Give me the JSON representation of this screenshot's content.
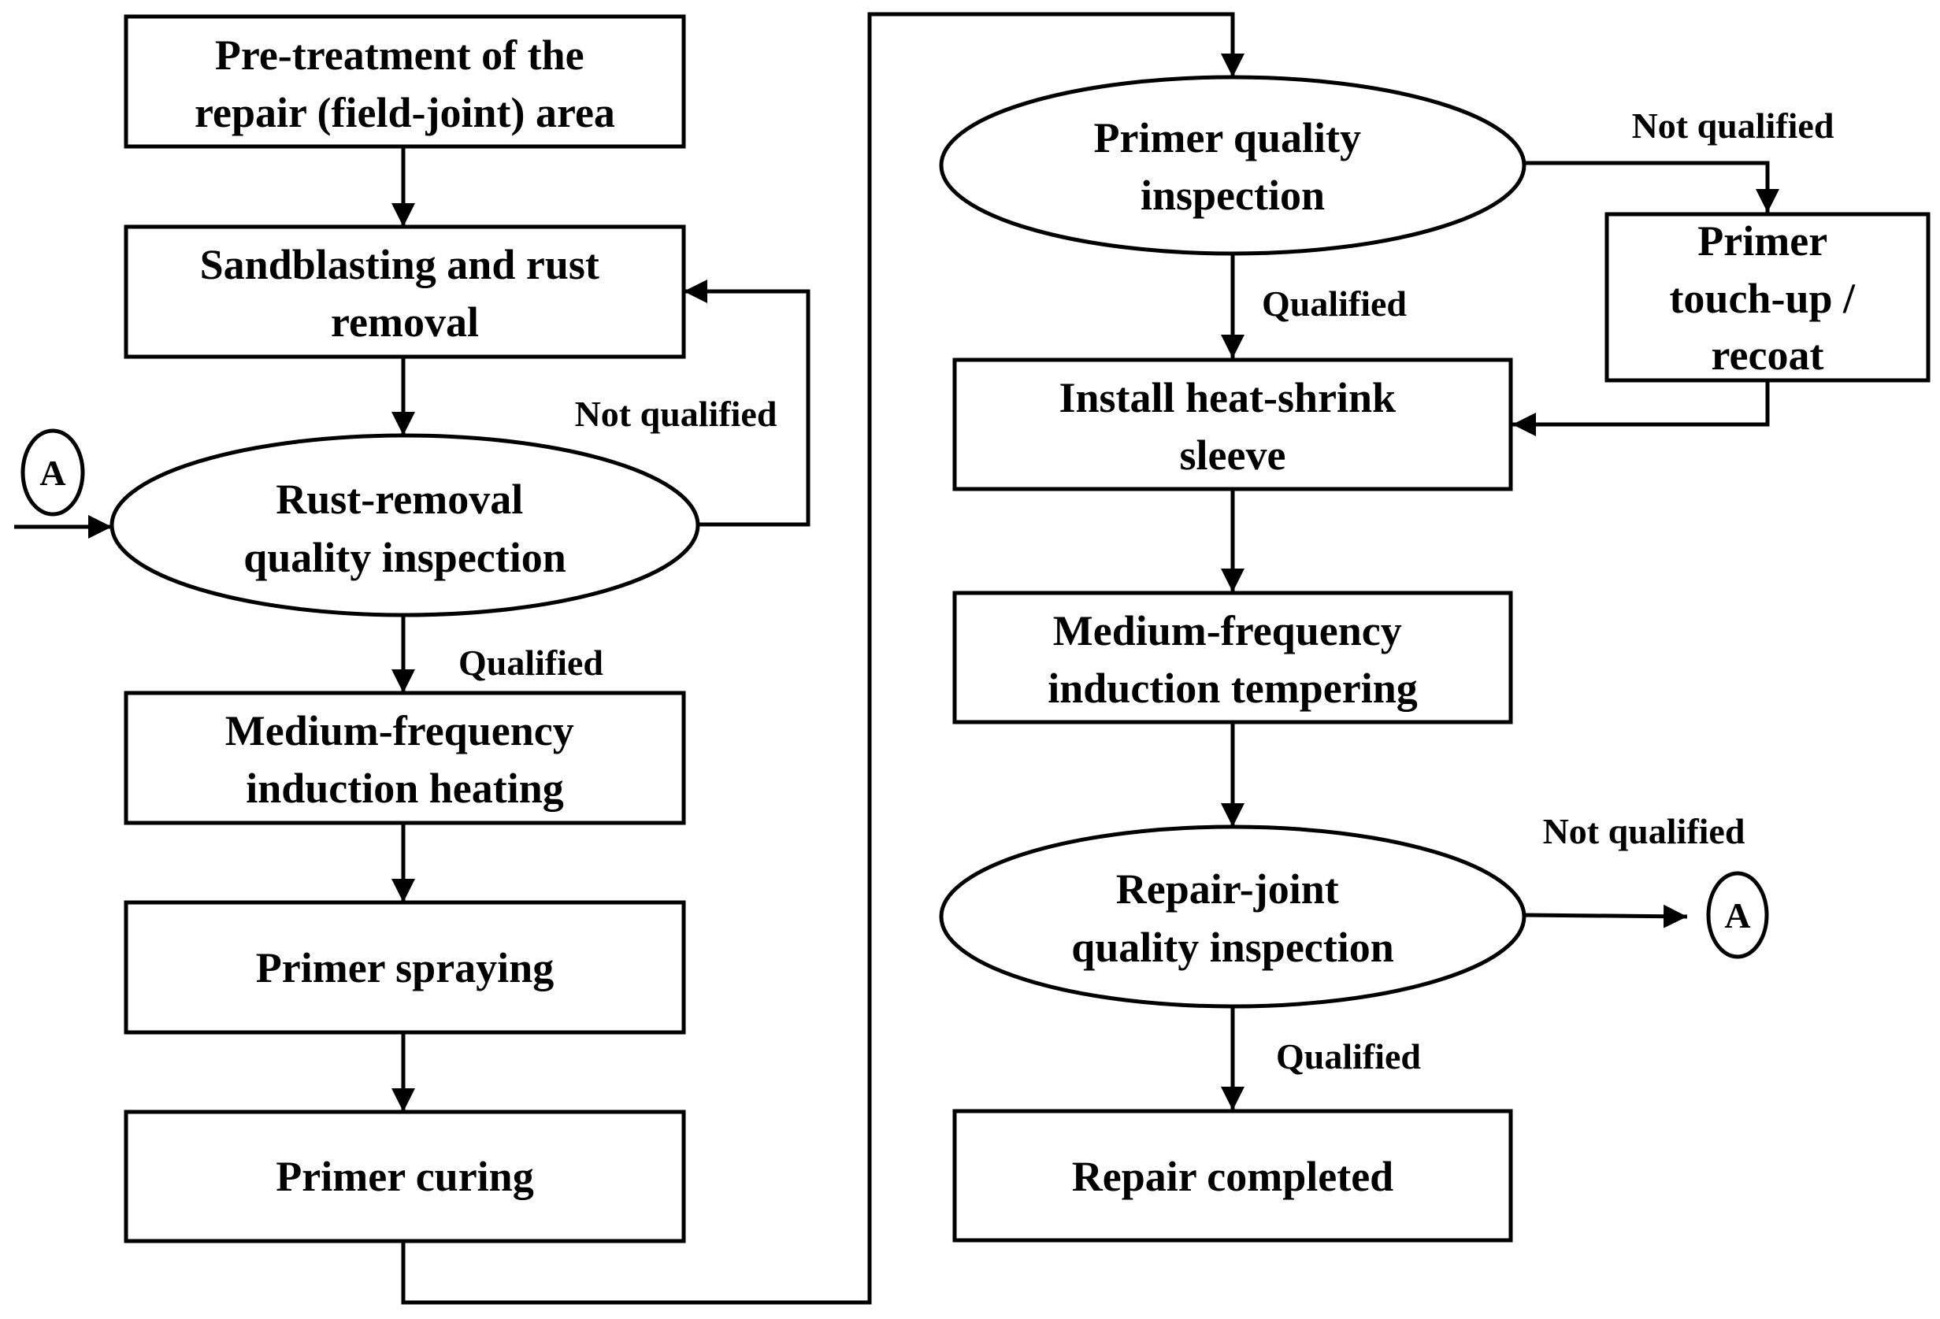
{
  "nodes": {
    "pretreatment": [
      "Pre-treatment of the",
      "repair (field-joint) area"
    ],
    "sandblasting": [
      "Sandblasting and rust",
      "removal"
    ],
    "rust_inspection": [
      "Rust-removal",
      "quality inspection"
    ],
    "mf_heating": [
      "Medium-frequency",
      "induction heating"
    ],
    "primer_spraying": [
      "Primer spraying"
    ],
    "primer_curing": [
      "Primer curing"
    ],
    "primer_inspection": [
      "Primer quality",
      "inspection"
    ],
    "primer_touchup": [
      "Primer",
      "touch-up /",
      "recoat"
    ],
    "install_sleeve": [
      "Install heat-shrink",
      "sleeve"
    ],
    "mf_tempering": [
      "Medium-frequency",
      "induction tempering"
    ],
    "repair_inspection": [
      "Repair-joint",
      "quality inspection"
    ],
    "repair_completed": [
      "Repair completed"
    ]
  },
  "edge_labels": {
    "rust_not_qualified": "Not qualified",
    "rust_qualified": "Qualified",
    "primer_not_qualified": "Not qualified",
    "primer_qualified": "Qualified",
    "repair_not_qualified": "Not qualified",
    "repair_qualified": "Qualified"
  },
  "connectors": {
    "connector_in": "A",
    "connector_out": "A"
  }
}
